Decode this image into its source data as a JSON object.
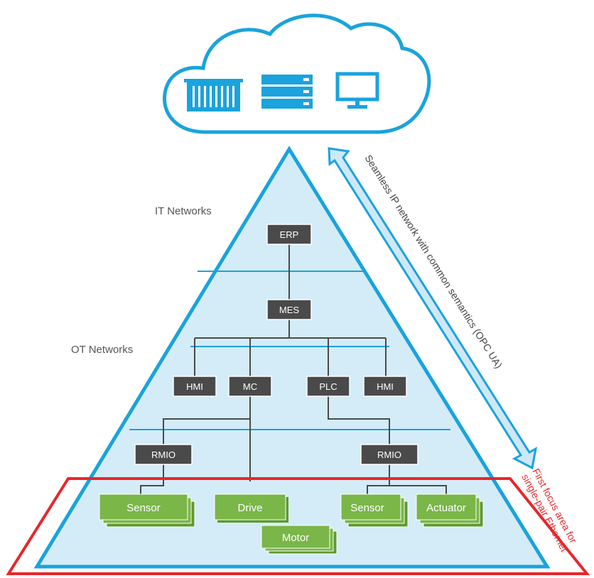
{
  "labels": {
    "it_networks": "IT Networks",
    "ot_networks": "OT Networks",
    "seamless": "Seamless IP network with common semantics (OPC UA)",
    "focus_line1": "First focus area for",
    "focus_line2": "single-pair Ethernet"
  },
  "nodes": {
    "erp": "ERP",
    "mes": "MES",
    "hmi_left": "HMI",
    "mc": "MC",
    "plc": "PLC",
    "hmi_right": "HMI",
    "rmio_left": "RMIO",
    "rmio_right": "RMIO"
  },
  "devices": {
    "sensor_left": "Sensor",
    "drive": "Drive",
    "sensor_right": "Sensor",
    "actuator": "Actuator",
    "motor": "Motor"
  },
  "colors": {
    "pyramid_fill": "#d4ecf7",
    "pyramid_stroke": "#1aa3dc",
    "node_fill": "#4a4a4a",
    "device_fill": "#7ab648",
    "device_shadow": "#5e9a30",
    "focus_red": "#e8262a"
  }
}
